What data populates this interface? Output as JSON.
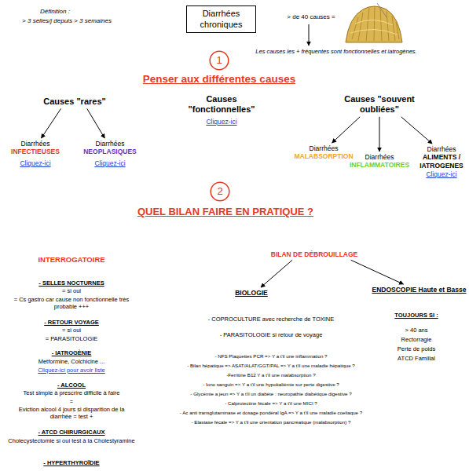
{
  "diagram": {
    "nodes": [
      {
        "text": [
          "Diarrhées chroniques"
        ]
      },
      {
        "text": [
          "1"
        ]
      },
      {
        "text": [
          "Causes \"rares\""
        ]
      },
      {
        "text": [
          "Diarrhées",
          "INFECTIEUSES",
          "Cliquez-ici"
        ]
      },
      {
        "text": [
          "Diarrhées",
          "NEOPLASIQUES",
          "Cliquez-ici"
        ]
      },
      {
        "text": [
          "Causes \"fonctionnelles\"",
          "Cliquez-ici"
        ]
      },
      {
        "text": [
          "Causes \"souvent oubliées\""
        ]
      },
      {
        "text": [
          "Diarrhées",
          "MALABSORPTION"
        ]
      },
      {
        "text": [
          "Diarrhées",
          "INFLAMMATOIRES"
        ]
      },
      {
        "text": [
          "Diarrhées",
          "ALIMENTS / IATROGENES",
          "Cliquez-ici"
        ]
      },
      {
        "text": [
          "2"
        ]
      },
      {
        "text": [
          "BILAN DE DÉBROUILLAGE"
        ]
      },
      {
        "text": [
          "BIOLOGIE"
        ]
      },
      {
        "text": [
          "ENDOSCOPIE Haute et Basse"
        ]
      }
    ],
    "edges": [
      {
        "from": 2,
        "to": 3,
        "arrow": "to"
      },
      {
        "from": 2,
        "to": 4,
        "arrow": "to"
      },
      {
        "from": 6,
        "to": 7,
        "arrow": "to"
      },
      {
        "from": 6,
        "to": 8,
        "arrow": "to"
      },
      {
        "from": 6,
        "to": 9,
        "arrow": "to"
      },
      {
        "from": 11,
        "to": 12,
        "arrow": "to"
      },
      {
        "from": 11,
        "to": 13,
        "arrow": "to"
      }
    ],
    "labels": [
      "Définition :",
      "> 3 selles/j depuis > 3 semaines",
      "> de 40 causes =",
      "Les causes les + fréquentes sont fonctionnelles et iatrogènes.",
      "Penser aux différentes causes",
      "QUEL BILAN FAIRE EN PRATIQUE ?",
      "INTERROGATOIRE",
      "- SELLES NOCTURNES",
      "= si oui",
      "= Cs gastro car cause non fonctionnelle très probable +++",
      "- RETOUR VOYAGE",
      "= si oui",
      "= PARASITOLOGIE",
      "- IATROGÈNIE",
      "Metformine, Colchicine ...",
      "Cliquez-ici pour avoir liste",
      "- ALCOOL",
      "Test simple à prescrire difficile à faire",
      "=",
      "Eviction alcool 4 jours si disparition de la diarrhée = test +",
      "- ATCD CHIRURGICAUX",
      "Cholecystectomie si oui test à la Cholestyramine",
      "- HYPERTHYROÏDIE",
      "- COPROCULTURE avec recherche de TOXINE",
      "- PARASITOLOGIE si retour de voyage",
      "- NFS Plaquettes PCR => Y a t'il une inflammation ?",
      "- Bilan hépatique => ASAT/ALAT/GGT/PAL => Y a t'il une maladie hépatique ?",
      "-Ferritine B12 Y a t'il une malabsorption ?",
      "- Iono sanguin => Y a t'il une hypokaliémie sur perte digestive ?",
      "- Glycémie a jeun => Y a t'il un diabète : neuropathie diabétique digestive ?",
      "- Calprotectine fécale => Y a t'il une MICI ?",
      "- Ac anti transglutaminase et dosage pondéral IgA => Y a t'il une maladie coeliaque ?",
      "- Elastase fécale => Y a t'il une orientation pancréatique (malabsorption) ?",
      "TOUJOURS SI :",
      "> 40 ans",
      "Rectorragie",
      "Perte de poids",
      "ATCD Familial"
    ]
  }
}
